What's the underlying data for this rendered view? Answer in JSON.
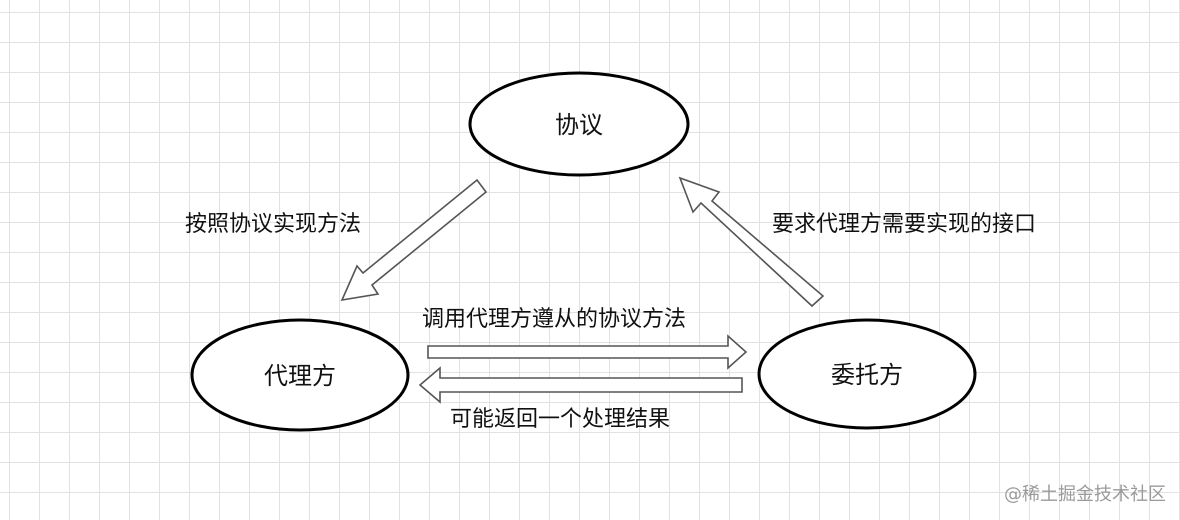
{
  "nodes": {
    "protocol": {
      "label": "协议"
    },
    "delegate": {
      "label": "代理方"
    },
    "delegator": {
      "label": "委托方"
    }
  },
  "edges": {
    "implement": {
      "label": "按照协议实现方法"
    },
    "require": {
      "label": "要求代理方需要实现的接口"
    },
    "call": {
      "label": "调用代理方遵从的协议方法"
    },
    "return": {
      "label": "可能返回一个处理结果"
    }
  },
  "watermark": {
    "text": "@稀土掘金技术社区"
  }
}
